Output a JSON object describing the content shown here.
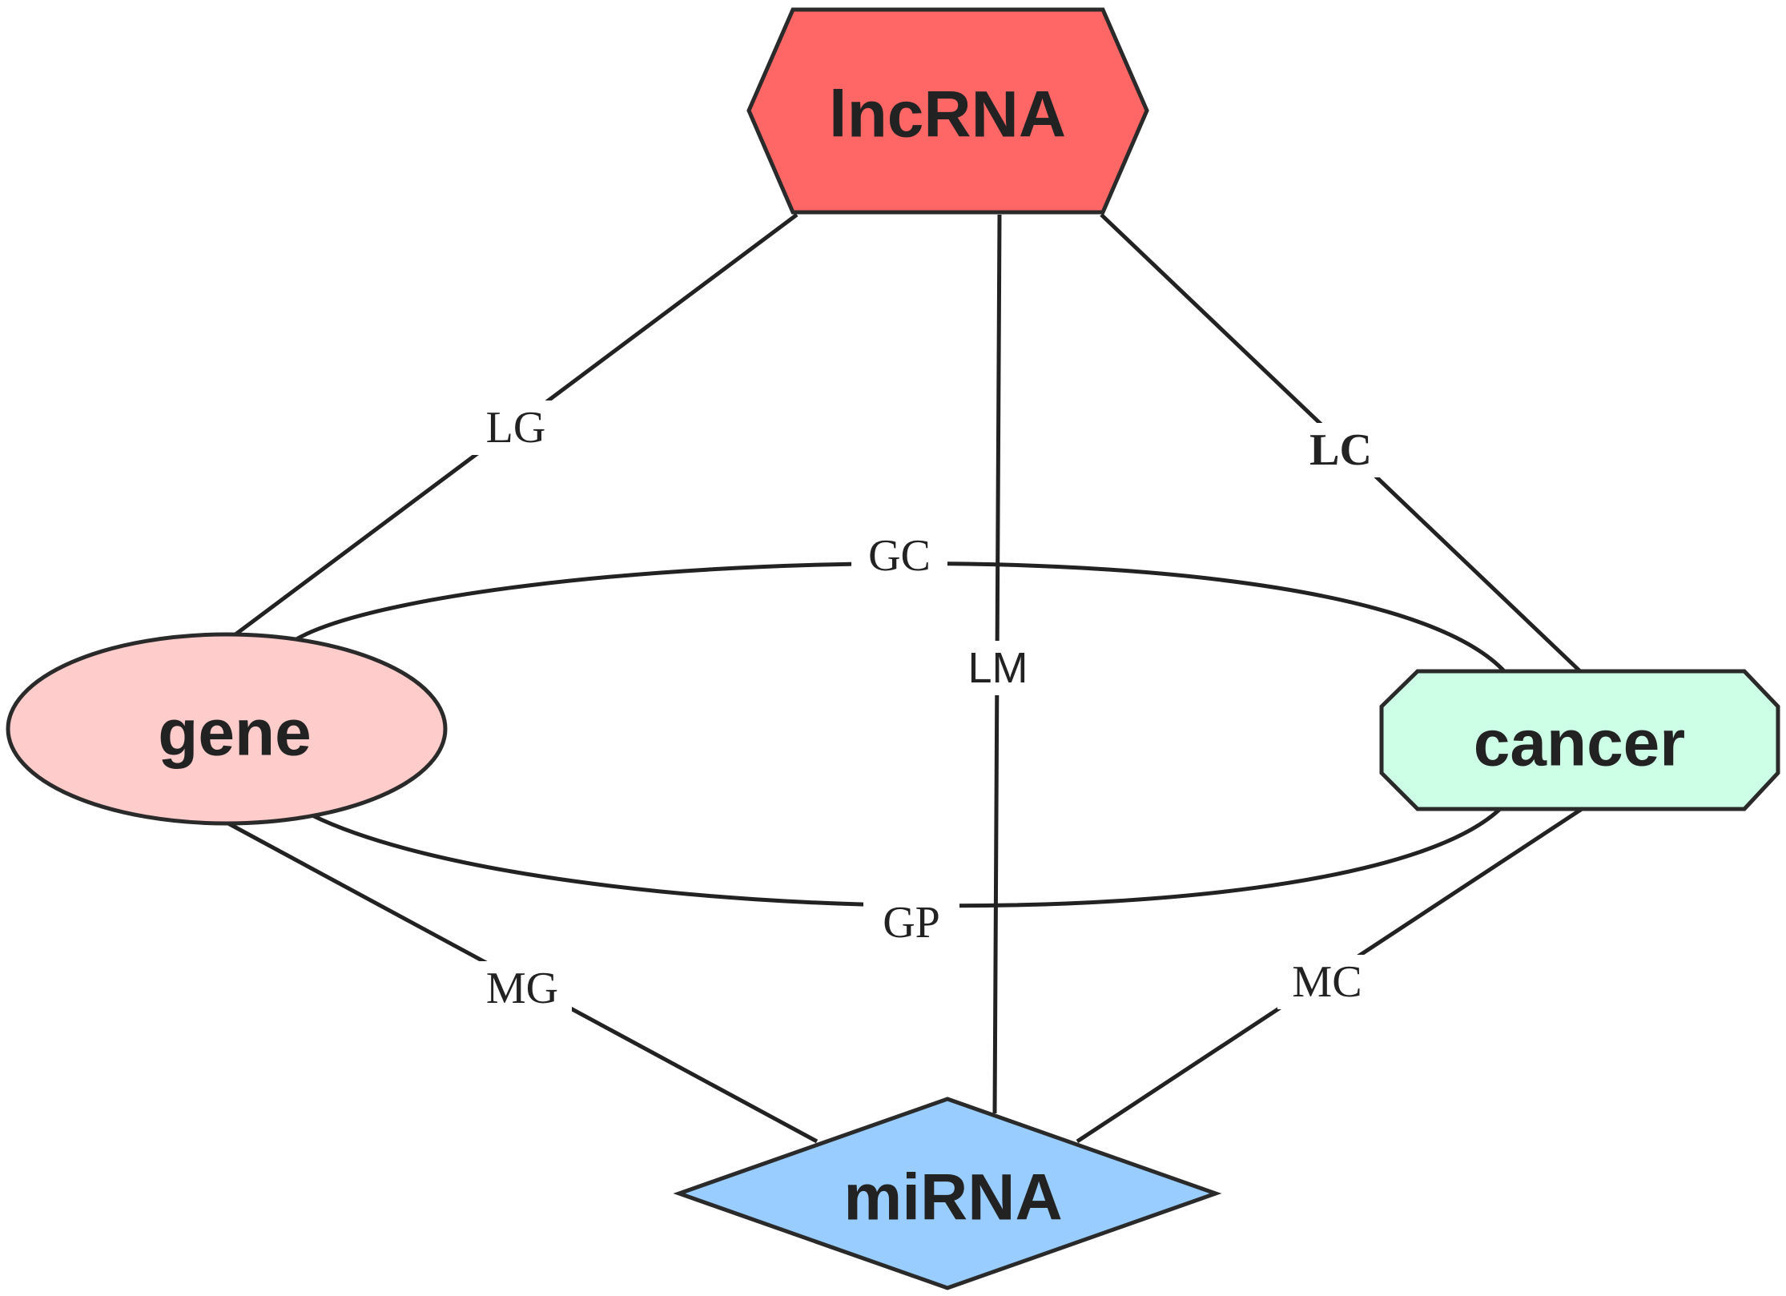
{
  "nodes": {
    "lncrna": {
      "label": "lncRNA",
      "color": "#ff6666"
    },
    "gene": {
      "label": "gene",
      "color": "#ffcccc"
    },
    "cancer": {
      "label": "cancer",
      "color": "#ccffe6"
    },
    "mirna": {
      "label": "miRNA",
      "color": "#99ccff"
    }
  },
  "edges": {
    "lg": {
      "label": "LG"
    },
    "lc": {
      "label": "LC"
    },
    "lm": {
      "label": "LM"
    },
    "gc": {
      "label": "GC"
    },
    "gp": {
      "label": "GP"
    },
    "mg": {
      "label": "MG"
    },
    "mc": {
      "label": "MC"
    }
  }
}
